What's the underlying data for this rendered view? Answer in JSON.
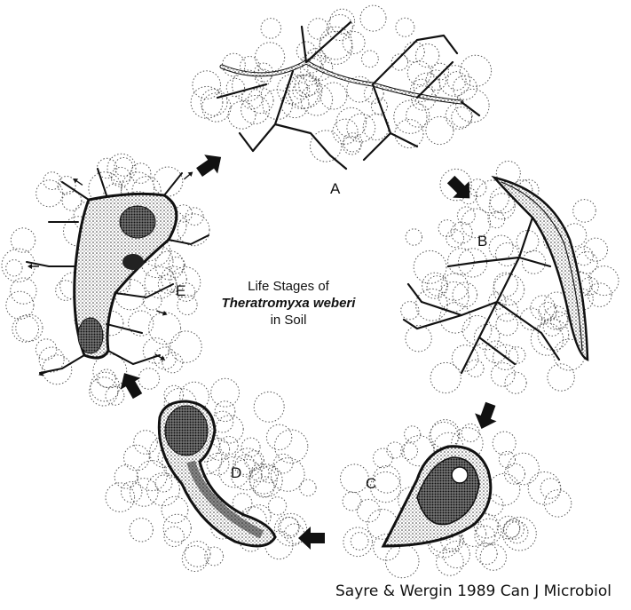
{
  "title": {
    "line1": "Life Stages of",
    "line2": "Theratromyxa weberi",
    "line3": "in Soil"
  },
  "stages": [
    "A",
    "B",
    "C",
    "D",
    "E"
  ],
  "credit": "Sayre & Wergin 1989 Can J Microbiol"
}
